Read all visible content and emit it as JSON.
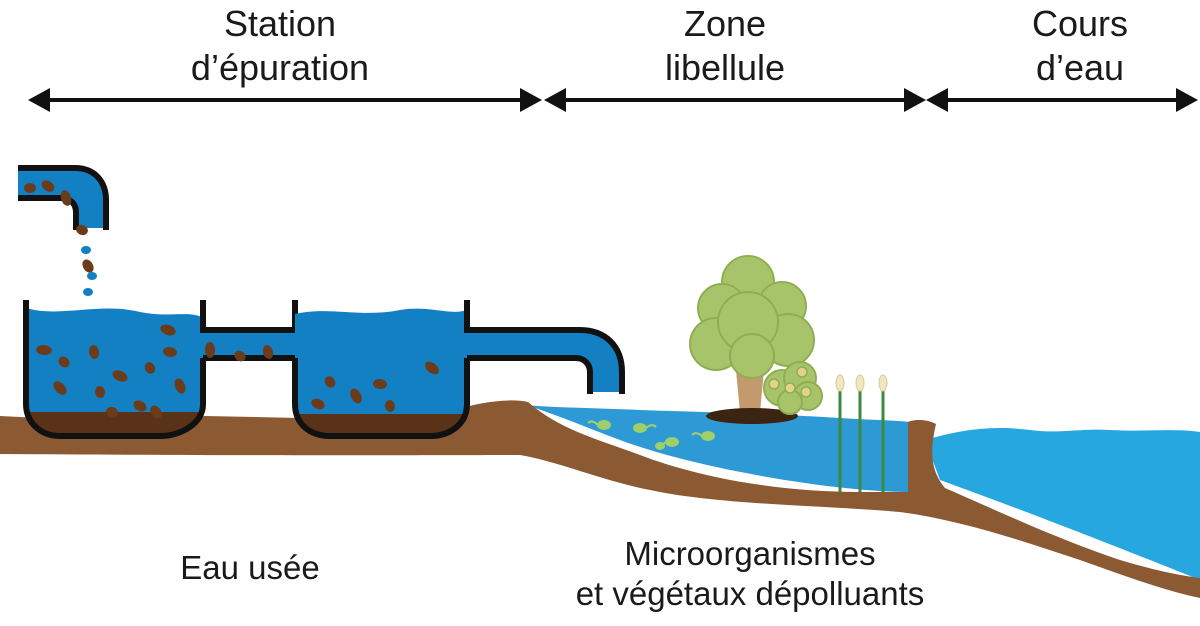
{
  "zones": [
    {
      "line1": "Station",
      "line2": "d’épuration"
    },
    {
      "line1": "Zone",
      "line2": "libellule"
    },
    {
      "line1": "Cours",
      "line2": "d’eau"
    }
  ],
  "bottom_labels": {
    "left": "Eau usée",
    "right_line1": "Microorganismes",
    "right_line2": "et végétaux dépolluants"
  },
  "colors": {
    "tank_water": "#1480c4",
    "river_water": "#27a7e0",
    "pond_water": "#2d9ad6",
    "ground": "#8b5a32",
    "sludge": "#5a3217",
    "tree_leaves": "#a8c46a",
    "outline": "#111111"
  }
}
